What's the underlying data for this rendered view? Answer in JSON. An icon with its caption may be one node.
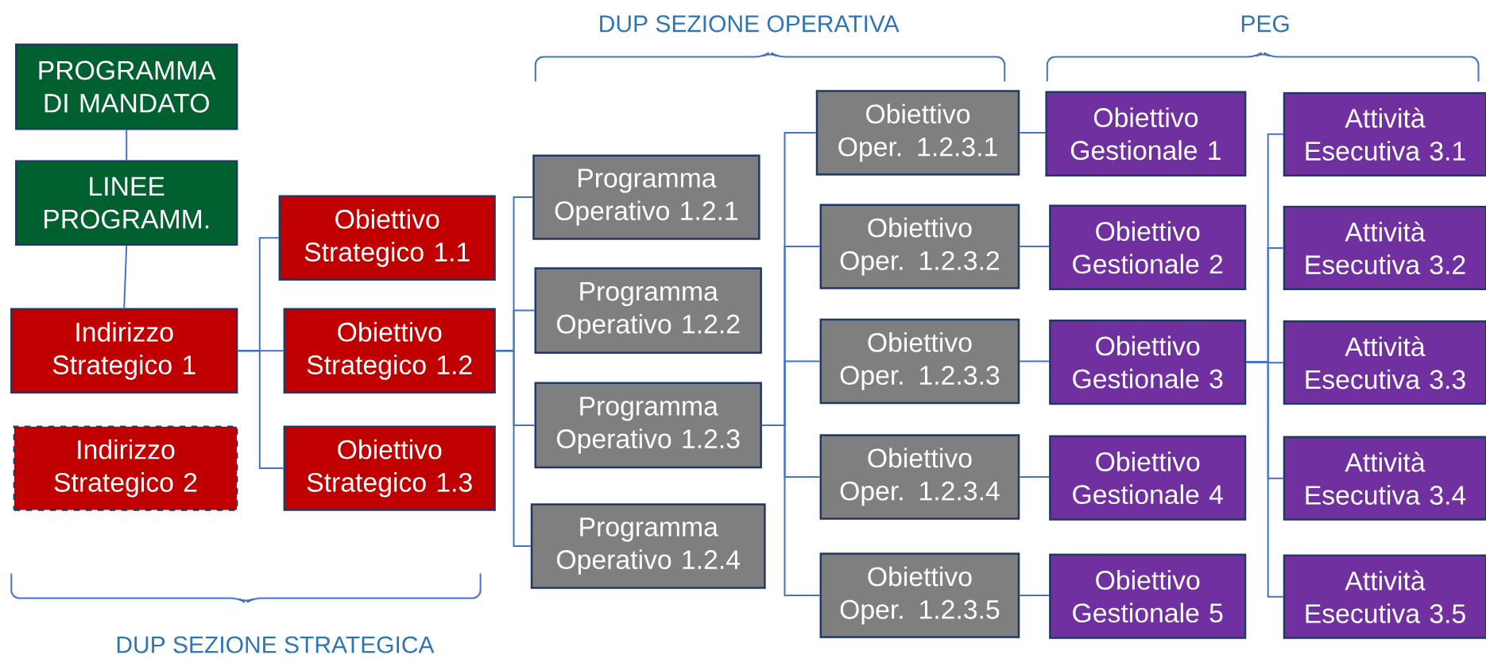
{
  "diagram": {
    "nodes": [
      {
        "text": [
          "PROGRAMMA DI MANDATO"
        ]
      },
      {
        "text": [
          "LINEE PROGRAMM."
        ]
      },
      {
        "text": [
          "Indirizzo Strategico 1"
        ]
      },
      {
        "text": [
          "Indirizzo Strategico 2"
        ]
      },
      {
        "text": [
          "Obiettivo Strategico 1.1"
        ]
      },
      {
        "text": [
          "Obiettivo Strategico 1.2"
        ]
      },
      {
        "text": [
          "Obiettivo Strategico 1.3"
        ]
      },
      {
        "text": [
          "Programma Operativo 1.2.1"
        ]
      },
      {
        "text": [
          "Programma Operativo 1.2.2"
        ]
      },
      {
        "text": [
          "Programma Operativo 1.2.3"
        ]
      },
      {
        "text": [
          "Programma Operativo 1.2.4"
        ]
      },
      {
        "text": [
          "Obiettivo Oper. 1.2.3.1"
        ]
      },
      {
        "text": [
          "Obiettivo Oper. 1.2.3.2"
        ]
      },
      {
        "text": [
          "Obiettivo Oper. 1.2.3.3"
        ]
      },
      {
        "text": [
          "Obiettivo Oper. 1.2.3.4"
        ]
      },
      {
        "text": [
          "Obiettivo Oper. 1.2.3.5"
        ]
      },
      {
        "text": [
          "Obiettivo Gestionale 1"
        ]
      },
      {
        "text": [
          "Obiettivo Gestionale 2"
        ]
      },
      {
        "text": [
          "Obiettivo Gestionale 3"
        ]
      },
      {
        "text": [
          "Obiettivo Gestionale 4"
        ]
      },
      {
        "text": [
          "Obiettivo Gestionale 5"
        ]
      },
      {
        "text": [
          "Attività Esecutiva 3.1"
        ]
      },
      {
        "text": [
          "Attività Esecutiva 3.2"
        ]
      },
      {
        "text": [
          "Attività Esecutiva 3.3"
        ]
      },
      {
        "text": [
          "Attività Esecutiva 3.4"
        ]
      },
      {
        "text": [
          "Attività Esecutiva 3.5"
        ]
      }
    ],
    "edges": [
      {
        "from": 0,
        "to": 1,
        "arrow": "none"
      },
      {
        "from": 1,
        "to": 2,
        "arrow": "none"
      },
      {
        "from": 2,
        "to": 4,
        "arrow": "none"
      },
      {
        "from": 2,
        "to": 5,
        "arrow": "none"
      },
      {
        "from": 2,
        "to": 6,
        "arrow": "none"
      },
      {
        "from": 5,
        "to": 7,
        "arrow": "none"
      },
      {
        "from": 5,
        "to": 8,
        "arrow": "none"
      },
      {
        "from": 5,
        "to": 9,
        "arrow": "none"
      },
      {
        "from": 5,
        "to": 10,
        "arrow": "none"
      },
      {
        "from": 9,
        "to": 11,
        "arrow": "none"
      },
      {
        "from": 9,
        "to": 12,
        "arrow": "none"
      },
      {
        "from": 9,
        "to": 13,
        "arrow": "none"
      },
      {
        "from": 9,
        "to": 14,
        "arrow": "none"
      },
      {
        "from": 9,
        "to": 15,
        "arrow": "none"
      },
      {
        "from": 11,
        "to": 16,
        "arrow": "none"
      },
      {
        "from": 12,
        "to": 17,
        "arrow": "none"
      },
      {
        "from": 13,
        "to": 18,
        "arrow": "none"
      },
      {
        "from": 14,
        "to": 19,
        "arrow": "none"
      },
      {
        "from": 15,
        "to": 20,
        "arrow": "none"
      },
      {
        "from": 18,
        "to": 21,
        "arrow": "none"
      },
      {
        "from": 18,
        "to": 22,
        "arrow": "none"
      },
      {
        "from": 18,
        "to": 23,
        "arrow": "none"
      },
      {
        "from": 18,
        "to": 24,
        "arrow": "none"
      },
      {
        "from": 18,
        "to": 25,
        "arrow": "none"
      }
    ],
    "labels": [
      "DUP SEZIONE OPERATIVA",
      "PEG",
      "DUP SEZIONE STRATEGICA"
    ]
  }
}
